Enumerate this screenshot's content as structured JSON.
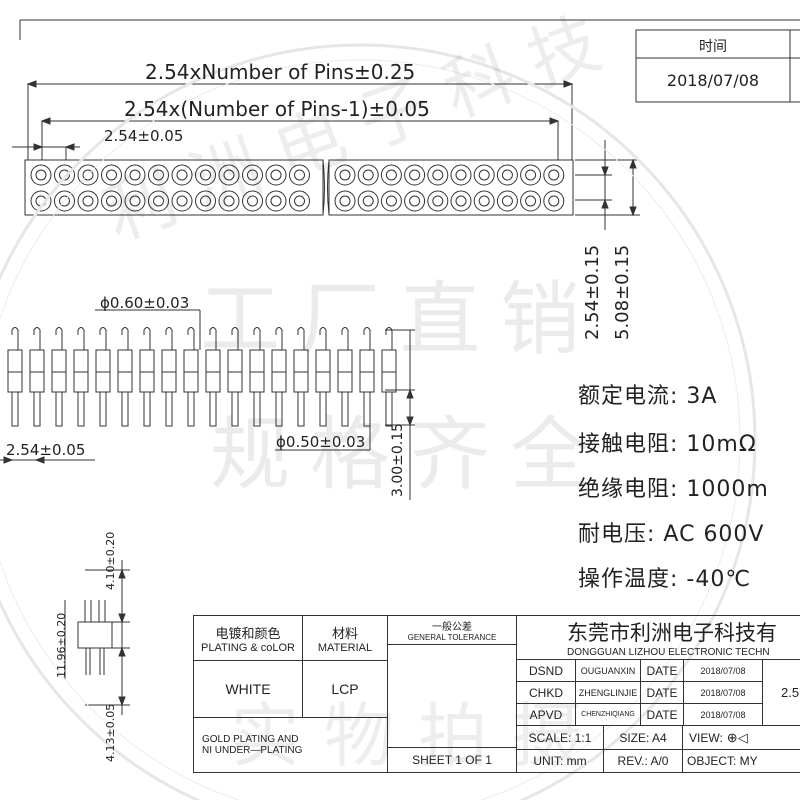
{
  "header": {
    "time_label": "时间",
    "time_value": "2018/07/08"
  },
  "dimensions": {
    "overall_length": "2.54xNumber of Pins±0.25",
    "pitch_span": "2.54x(Number of Pins-1)±0.05",
    "pitch_top": "2.54±0.05",
    "row_pitch": "2.54±0.15",
    "width": "5.08±0.15",
    "pin_dia_top": "ϕ0.60±0.03",
    "pin_dia_bottom": "ϕ0.50±0.03",
    "pitch_side": "2.54±0.05",
    "tail_length": "3.00±0.15",
    "side_top": "4.10±0.20",
    "side_total": "11.96±0.20",
    "side_bottom": "4.13±0.05"
  },
  "specs": [
    {
      "label": "额定电流:",
      "value": "3A"
    },
    {
      "label": "接触电阻:",
      "value": "10mΩ"
    },
    {
      "label": "绝缘电阻:",
      "value": "1000m"
    },
    {
      "label": "耐电压:",
      "value": "AC 600V"
    },
    {
      "label": "操作温度:",
      "value": "-40℃"
    }
  ],
  "title_block": {
    "plating_cn": "电镀和颜色",
    "plating_en": "PLATING & coLOR",
    "material_cn": "材料",
    "material_en": "MATERIAL",
    "tolerance_cn": "一般公差",
    "tolerance_en": "GENERAL TOLERANCE",
    "company_cn": "东莞市利洲电子科技有",
    "company_en": "DONGGUAN LIZHOU ELECTRONIC TECHN",
    "color_value": "WHITE",
    "material_value": "LCP",
    "plating_note_1": "GOLD PLATING AND",
    "plating_note_2": "NI UNDER—PLATING",
    "sheet": "SHEET 1 OF 1",
    "rows": [
      {
        "role": "DSND",
        "name": "OUGUANXIN",
        "date_label": "DATE",
        "date": "2018/07/08"
      },
      {
        "role": "CHKD",
        "name": "ZHENGLINJIE",
        "date_label": "DATE",
        "date": "2018/07/08"
      },
      {
        "role": "APVD",
        "name": "CHENZHIQIANG",
        "date_label": "DATE",
        "date": "2018/07/08"
      }
    ],
    "part_prefix": "2.5",
    "scale": "SCALE:  1:1",
    "size": "SIZE:  A4",
    "view": "VIEW:",
    "unit": "UNIT:  mm",
    "rev": "REV.:  A/0",
    "object": "OBJECT:  MY"
  },
  "watermark": {
    "line1": "利洲电子科技",
    "line2": "工厂直销",
    "line3": "规格齐全",
    "line4": "实物拍摄"
  }
}
